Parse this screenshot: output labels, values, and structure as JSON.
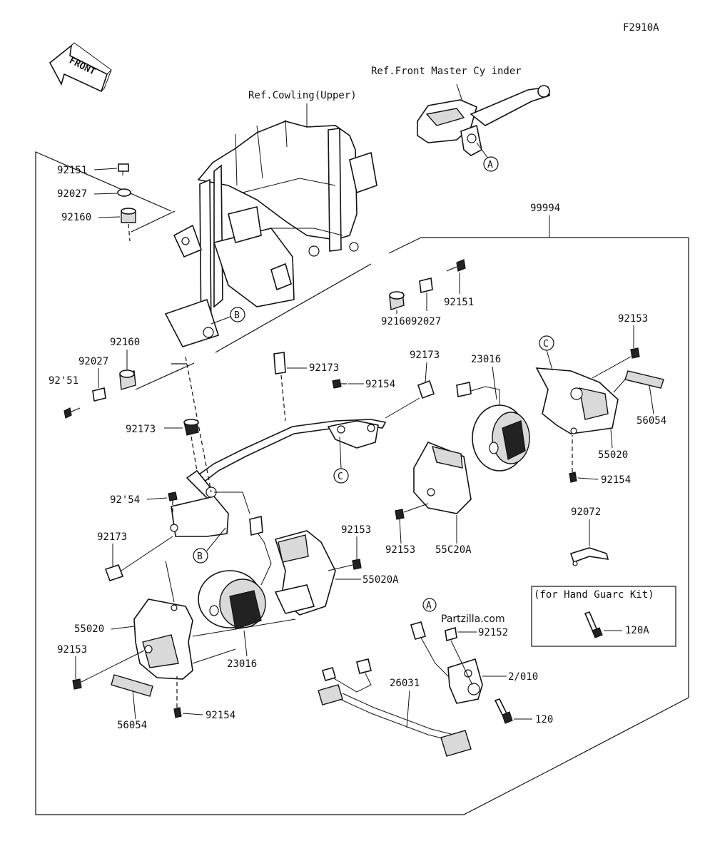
{
  "figure_code": "F2910A",
  "front_label": "FRONT",
  "refs": {
    "master_cylinder": "Ref.Front Master Cy inder",
    "cowling": "Ref.Cowling(Upper)"
  },
  "hand_guard_kit": "(for Hand Guarc Kit)",
  "watermark": "Partzilla.com",
  "callouts": {
    "a": "A",
    "b": "B",
    "c": "C"
  },
  "labels": {
    "l92151_a": "92151",
    "l92027_a": "92027",
    "l92160_a": "92160",
    "l92160_b": "92160",
    "l92027_b": "92027",
    "l92151_b": "92'51",
    "l92173_a": "92173",
    "l92154_a": "92154",
    "l92173_b": "92173",
    "l92173_c": "92173",
    "l92154_b": "92'54",
    "l92173_d": "92173",
    "l99994": "99994",
    "l92160_c": "92160",
    "l92027_c": "92027",
    "l92151_c": "92151",
    "l92153_a": "92153",
    "l23016_a": "23016",
    "l56054_a": "56054",
    "l55020_a": "55020",
    "l92154_c": "92154",
    "l92153_b": "92153",
    "l55020A_a": "55C20A",
    "l92072": "92072",
    "l92153_c": "92153",
    "l55020A_b": "55020A",
    "l55020_b": "55020",
    "l92153_d": "92153",
    "l23016_b": "23016",
    "l56054_b": "56054",
    "l92154_d": "92154",
    "l26031": "26031",
    "l92152": "92152",
    "l27010": "2/010",
    "l120": "120",
    "l120A": "120A"
  }
}
